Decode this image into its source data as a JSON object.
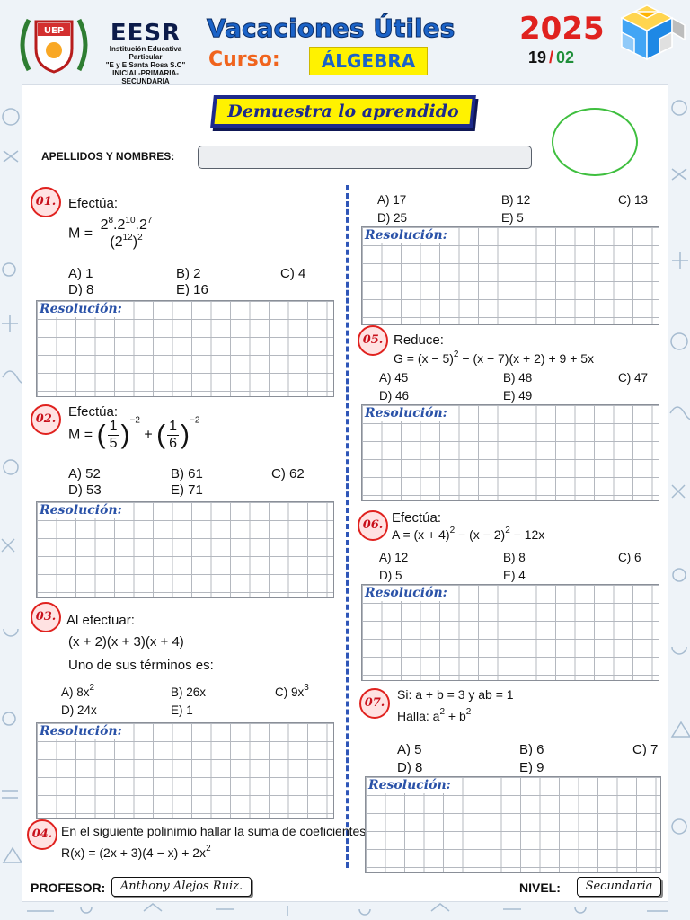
{
  "header": {
    "school_name": "EESR",
    "school_line1": "Institución Educativa Particular",
    "school_line2": "\"E y E Santa Rosa S.C\"",
    "school_line3": "INICIAL-PRIMARIA-SECUNDARIA",
    "logo_text": "UEP",
    "title": "Vacaciones Útiles",
    "year": "2025",
    "curso_label": "Curso:",
    "curso_value": "ÁLGEBRA",
    "date_day": "19",
    "date_sep": "/",
    "date_month": "02"
  },
  "banner": "Demuestra lo aprendido",
  "name_label": "APELLIDOS Y NOMBRES:",
  "resolution_label": "Resolución:",
  "problems": {
    "p1": {
      "number": "01.",
      "stem": "Efectúa:",
      "lhs": "M =",
      "num": "2",
      "num_e1": "8",
      "num_mid": ".2",
      "num_e2": "10",
      "num_mid2": ".2",
      "num_e3": "7",
      "den_base": "2",
      "den_inner_exp": "12",
      "den_outer_exp": "2",
      "options": [
        "A) 1",
        "B) 2",
        "C) 4",
        "D) 8",
        "E) 16"
      ]
    },
    "p2": {
      "number": "02.",
      "stem": "Efectúa:",
      "lhs": "M =",
      "f1_num": "1",
      "f1_den": "5",
      "exp1": "−2",
      "plus": "+",
      "f2_num": "1",
      "f2_den": "6",
      "exp2": "−2",
      "options": [
        "A) 52",
        "B) 61",
        "C) 62",
        "D) 53",
        "E) 71"
      ]
    },
    "p3": {
      "number": "03.",
      "stem": "Al efectuar:",
      "expr": "(x + 2)(x + 3)(x + 4)",
      "question": "Uno de sus términos es:",
      "opt_a": "A) 8x",
      "opt_a_exp": "2",
      "opt_b": "B) 26x",
      "opt_c": "C) 9x",
      "opt_c_exp": "3",
      "opt_d": "D) 24x",
      "opt_e": "E) 1"
    },
    "p4": {
      "number": "04.",
      "stem": "En el siguiente polinimio hallar la suma de coeficientes:",
      "expr": "R(x) = (2x + 3)(4 − x) + 2x",
      "expr_exp": "2",
      "options": [
        "A) 17",
        "B) 12",
        "C) 13",
        "D) 25",
        "E) 5"
      ]
    },
    "p5": {
      "number": "05.",
      "stem": "Reduce:",
      "expr_a": "G = (x − 5)",
      "expr_a_exp": "2",
      "expr_b": " − (x − 7)(x + 2) + 9 + 5x",
      "options": [
        "A) 45",
        "B) 48",
        "C) 47",
        "D) 46",
        "E) 49"
      ]
    },
    "p6": {
      "number": "06.",
      "stem": "Efectúa:",
      "expr_a": "A = (x + 4)",
      "expr_a_exp": "2",
      "expr_b": " − (x − 2)",
      "expr_b_exp": "2",
      "expr_c": " − 12x",
      "options": [
        "A) 12",
        "B) 8",
        "C) 6",
        "D) 5",
        "E) 4"
      ]
    },
    "p7": {
      "number": "07.",
      "line1": "Si: a + b = 3 y ab = 1",
      "line2_a": "Halla: a",
      "line2_a_exp": "2",
      "line2_b": " + b",
      "line2_b_exp": "2",
      "options": [
        "A) 5",
        "B) 6",
        "C) 7",
        "D) 8",
        "E) 9"
      ]
    }
  },
  "footer": {
    "teacher_label": "PROFESOR:",
    "teacher_name": "Anthony Alejos Ruiz.",
    "level_label": "NIVEL:",
    "level_value": "Secundaria"
  },
  "colors": {
    "title_blue": "#1b63c8",
    "year_red": "#e0221f",
    "curso_orange": "#f0641e",
    "highlight_yellow": "#fff200",
    "badge_red": "#e0221f",
    "resolution_blue": "#2a52a8",
    "divider_blue": "#2f56b8",
    "circle_green": "#3fbf3f"
  },
  "icons": [
    "school-crest-icon",
    "math-cube-icon",
    "doodle-pattern"
  ]
}
